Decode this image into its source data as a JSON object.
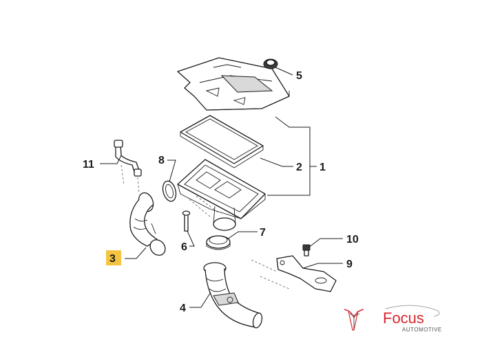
{
  "diagram": {
    "callouts": {
      "c1": "1",
      "c2": "2",
      "c3": "3",
      "c4": "4",
      "c5": "5",
      "c6": "6",
      "c7": "7",
      "c8": "8",
      "c9": "9",
      "c10": "10",
      "c11": "11"
    },
    "highlight_color": "#f5c542"
  },
  "logo": {
    "brand": "Focus",
    "tagline": "AUTOMOTIVE",
    "brand_color": "#d8262f"
  }
}
